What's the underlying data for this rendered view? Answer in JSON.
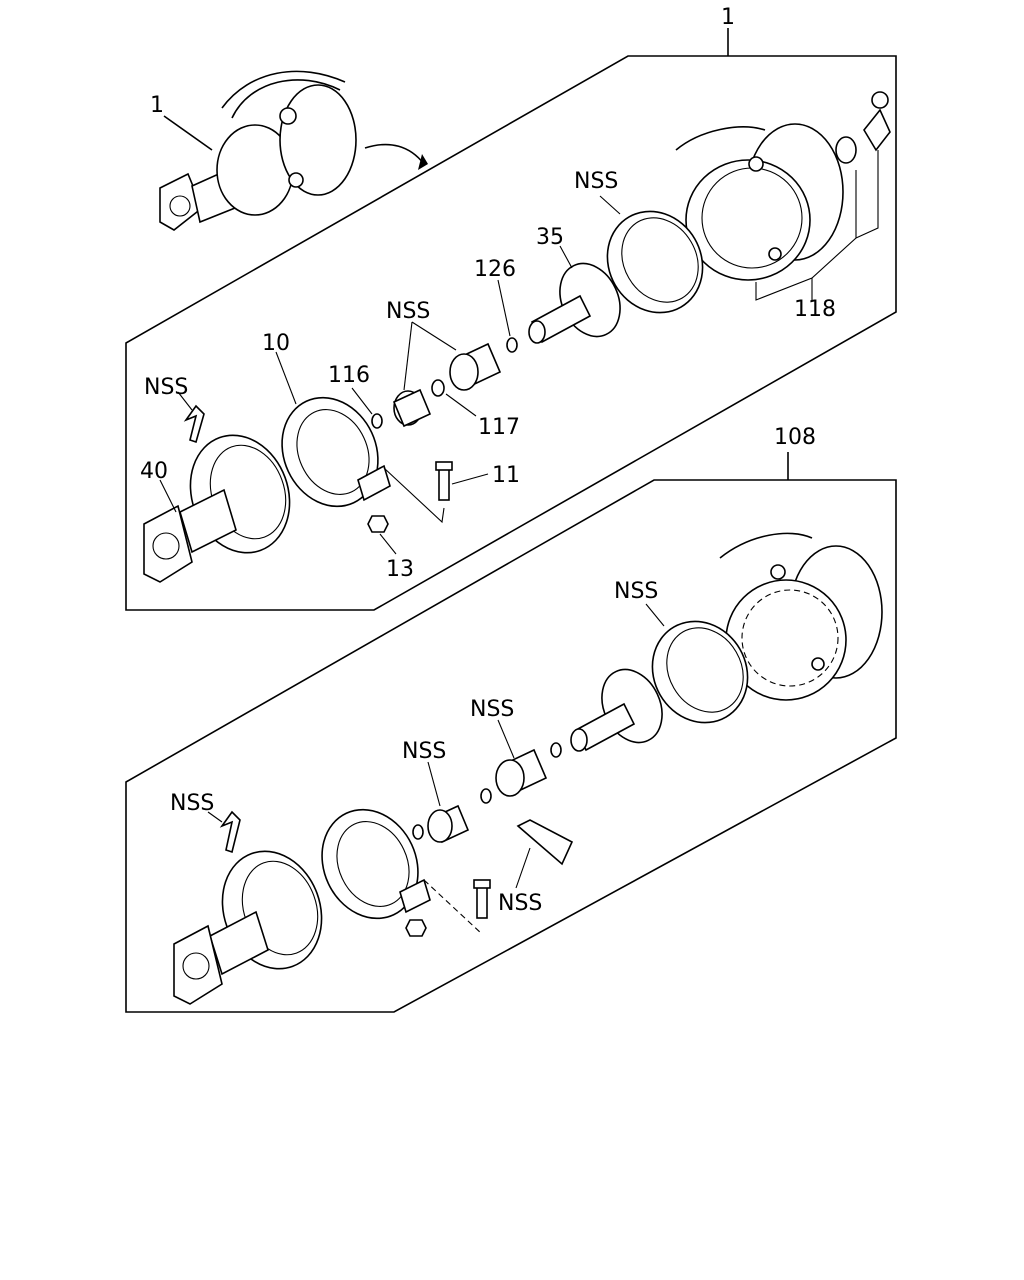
{
  "labels": {
    "assy_top": "1",
    "assy_inset": "1",
    "nss_top_ring": "NSS",
    "ref_118": "118",
    "ref_35": "35",
    "ref_126": "126",
    "nss_top_bushings": "NSS",
    "ref_10": "10",
    "ref_116": "116",
    "ref_117": "117",
    "nss_top_pin": "NSS",
    "ref_40": "40",
    "ref_11": "11",
    "ref_13": "13",
    "assy_bottom": "108",
    "nss_bot_ring": "NSS",
    "nss_bot_boot": "NSS",
    "nss_bot_bushing": "NSS",
    "nss_bot_pin": "NSS",
    "nss_bot_tool": "NSS"
  }
}
